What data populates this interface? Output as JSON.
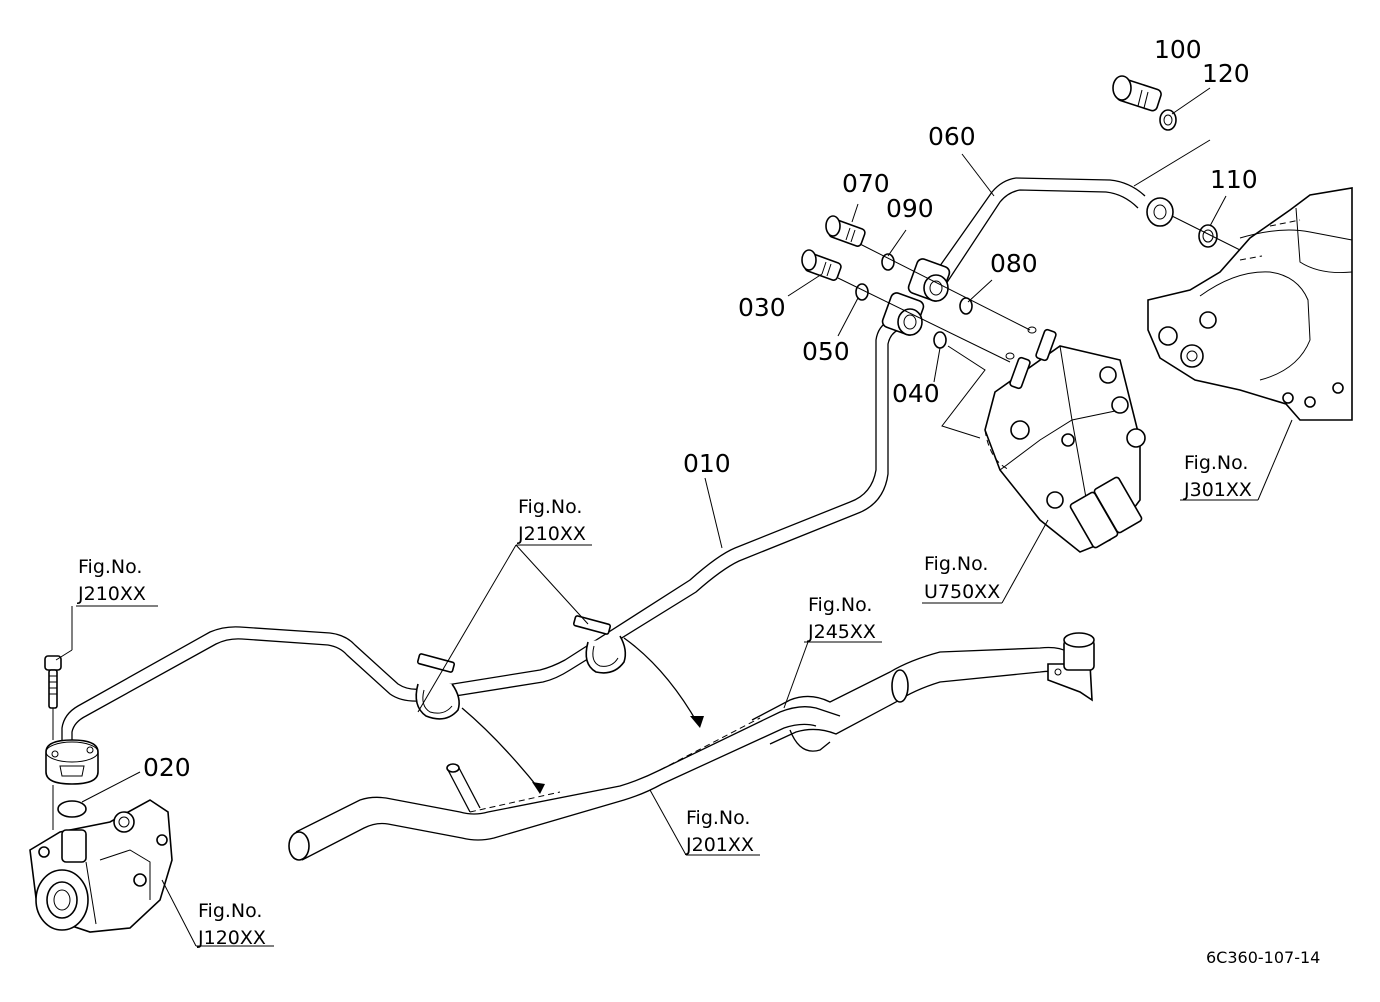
{
  "diagram": {
    "part_numbers": {
      "p010": "010",
      "p020": "020",
      "p030": "030",
      "p040": "040",
      "p050": "050",
      "p060": "060",
      "p070": "070",
      "p080": "080",
      "p090": "090",
      "p100": "100",
      "p110": "110",
      "p120": "120"
    },
    "figure_refs": {
      "fig_label": "Fig.No.",
      "j210_left": "J210XX",
      "j210_center": "J210XX",
      "j245": "J245XX",
      "j201": "J201XX",
      "j120": "J120XX",
      "u750": "U750XX",
      "j301": "J301XX"
    },
    "drawing_code": "6C360-107-14"
  }
}
